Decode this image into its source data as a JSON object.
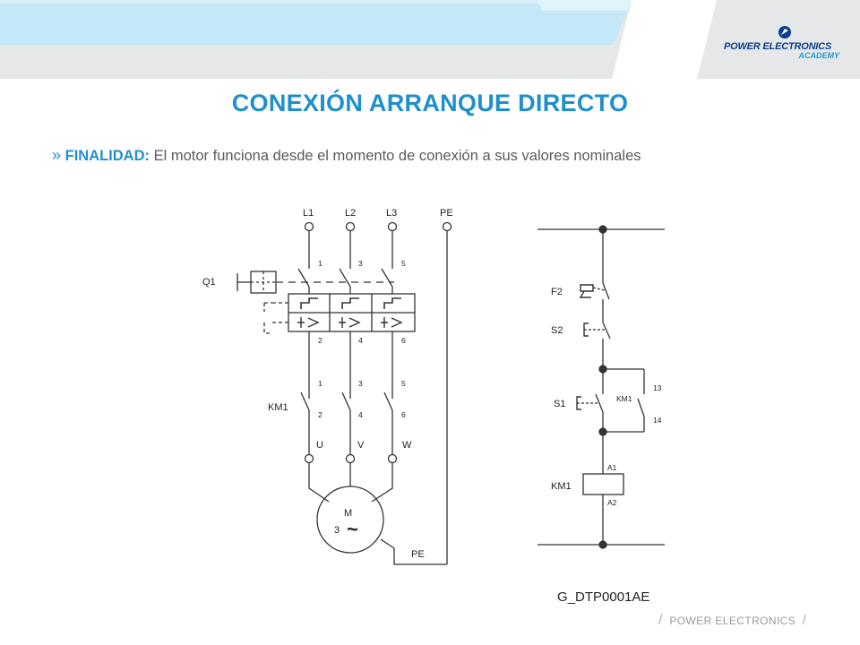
{
  "header": {
    "logo_line1": "POWER ELECTRONICS",
    "logo_line2": "ACADEMY"
  },
  "title": "CONEXIÓN ARRANQUE DIRECTO",
  "subtitle": {
    "bullet": "»",
    "label": "FINALIDAD:",
    "text": "El motor funciona desde el momento de conexión a sus valores nominales"
  },
  "power_circuit": {
    "lines": [
      "L1",
      "L2",
      "L3",
      "PE"
    ],
    "breaker": "Q1",
    "breaker_top_terminals": [
      "1",
      "3",
      "5"
    ],
    "breaker_bottom_terminals": [
      "2",
      "4",
      "6"
    ],
    "contactor": "KM1",
    "contactor_top_terminals": [
      "1",
      "3",
      "5"
    ],
    "contactor_bottom_terminals": [
      "2",
      "4",
      "6"
    ],
    "motor_terminals": [
      "U",
      "V",
      "W"
    ],
    "motor_label": "M",
    "motor_phases": "3",
    "motor_symbol": "~",
    "earth_label": "PE"
  },
  "control_circuit": {
    "f2": "F2",
    "s2": "S2",
    "s1": "S1",
    "km1_aux": "KM1",
    "aux_terminal_top": "13",
    "aux_terminal_bottom": "14",
    "coil": "KM1",
    "coil_a1": "A1",
    "coil_a2": "A2"
  },
  "diagram_code": "G_DTP0001AE",
  "footer": {
    "slash_left": "/",
    "text": "POWER ELECTRONICS",
    "slash_right": "/"
  },
  "colors": {
    "accent": "#1f8fcf",
    "brand_dark": "#0d3f8c",
    "header_gray": "#e6e7e8",
    "header_light_blue": "#c4e8f7"
  }
}
